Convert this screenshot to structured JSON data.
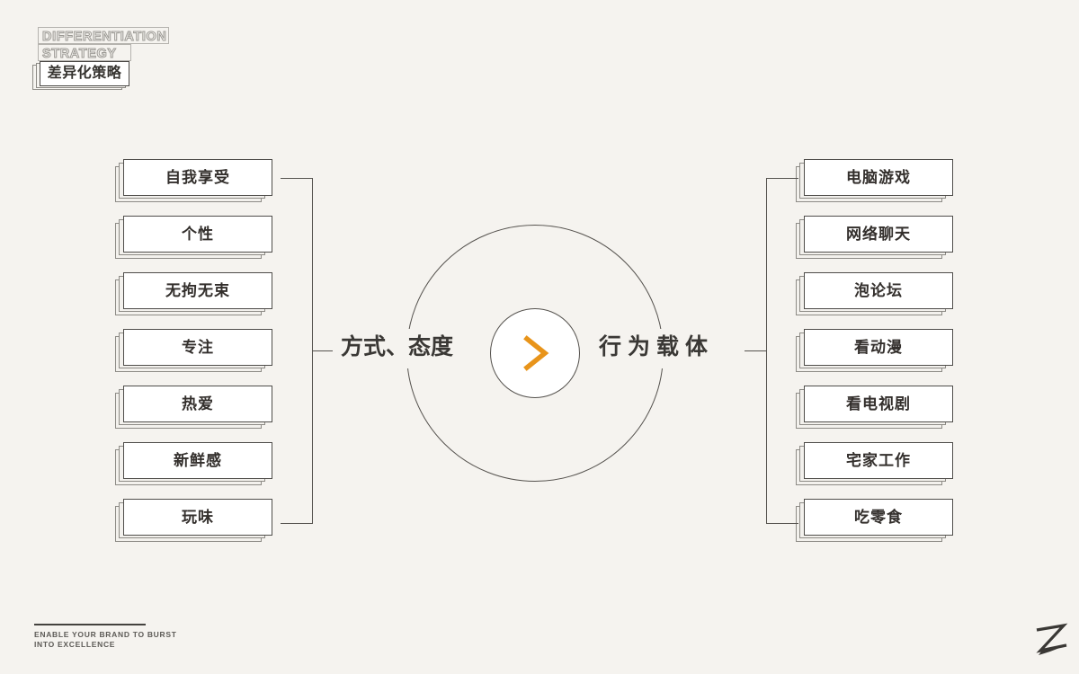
{
  "background_color": "#F5F3EF",
  "accent_color": "#E8941A",
  "line_color": "#55524E",
  "brand": {
    "outline_line_1": "DIFFERENTIATION",
    "outline_line_2": "STRATEGY",
    "cn_title": "差异化策略"
  },
  "center": {
    "left_label": "方式、态度",
    "right_label": "行为载体",
    "chevron_icon": "chevron-right-icon"
  },
  "left_column": {
    "items": [
      {
        "label": "自我享受"
      },
      {
        "label": "个性"
      },
      {
        "label": "无拘无束"
      },
      {
        "label": "专注"
      },
      {
        "label": "热爱"
      },
      {
        "label": "新鲜感"
      },
      {
        "label": "玩味"
      }
    ]
  },
  "right_column": {
    "items": [
      {
        "label": "电脑游戏"
      },
      {
        "label": "网络聊天"
      },
      {
        "label": "泡论坛"
      },
      {
        "label": "看动漫"
      },
      {
        "label": "看电视剧"
      },
      {
        "label": "宅家工作"
      },
      {
        "label": "吃零食"
      }
    ]
  },
  "footer": {
    "tagline_line_1": "ENABLE YOUR BRAND TO BURST",
    "tagline_line_2": "INTO EXCELLENCE",
    "logo_icon": "z-brush-logo-icon"
  }
}
